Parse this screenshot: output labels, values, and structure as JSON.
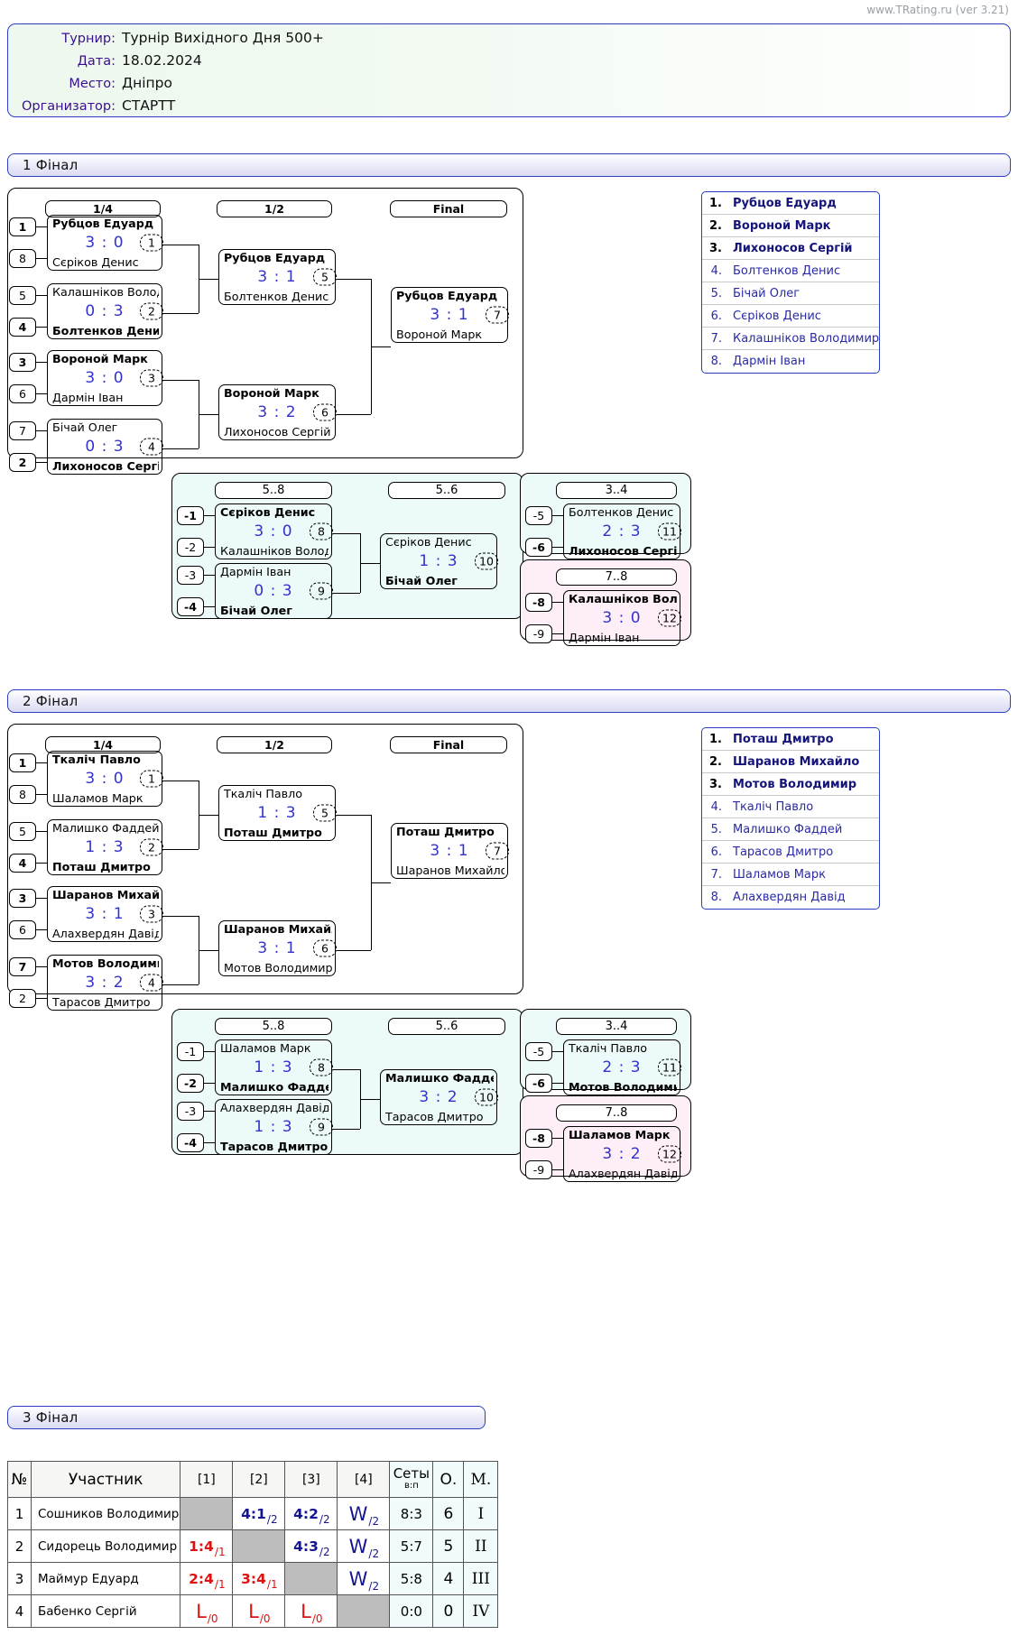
{
  "watermark": "www.TRating.ru (ver 3.21)",
  "info": {
    "rows": [
      {
        "label": "Турнир:",
        "value": "Турнір Вихідного Дня 500+"
      },
      {
        "label": "Дата:",
        "value": "18.02.2024"
      },
      {
        "label": "Место:",
        "value": "Дніпро"
      },
      {
        "label": "Организатор:",
        "value": "СТАРТТ"
      }
    ]
  },
  "sections": [
    {
      "title": "1 Фінал"
    },
    {
      "title": "2 Фінал"
    },
    {
      "title": "3 Фінал"
    }
  ],
  "final1": {
    "rounds": {
      "q": "1/4",
      "s": "1/2",
      "f": "Final",
      "c58": "5..8",
      "c56": "5..6",
      "p34": "3..4",
      "p78": "7..8"
    },
    "qf": [
      {
        "seedTop": "1",
        "seedBot": "8",
        "top": "Рубцов Едуард",
        "bot": "Сєріков Денис",
        "score": "3 : 0",
        "no": "1",
        "winner": "top"
      },
      {
        "seedTop": "5",
        "seedBot": "4",
        "top": "Калашніков Володимир",
        "bot": "Болтенков Денис",
        "score": "0 : 3",
        "no": "2",
        "winner": "bot"
      },
      {
        "seedTop": "3",
        "seedBot": "6",
        "top": "Вороной Марк",
        "bot": "Дармін Іван",
        "score": "3 : 0",
        "no": "3",
        "winner": "top"
      },
      {
        "seedTop": "7",
        "seedBot": "2",
        "top": "Бічай Олег",
        "bot": "Лихоносов Сергій",
        "score": "0 : 3",
        "no": "4",
        "winner": "bot"
      }
    ],
    "sf": [
      {
        "top": "Рубцов Едуард",
        "bot": "Болтенков Денис",
        "score": "3 : 1",
        "no": "5",
        "winner": "top"
      },
      {
        "top": "Вороной Марк",
        "bot": "Лихоносов Сергій",
        "score": "3 : 2",
        "no": "6",
        "winner": "top"
      }
    ],
    "fin": {
      "top": "Рубцов Едуард",
      "bot": "Вороной Марк",
      "score": "3 : 1",
      "no": "7",
      "winner": "top"
    },
    "cons58": [
      {
        "seedTop": "-1",
        "seedBot": "-2",
        "top": "Сєріков Денис",
        "bot": "Калашніков Володимир",
        "score": "3 : 0",
        "no": "8",
        "winner": "top"
      },
      {
        "seedTop": "-3",
        "seedBot": "-4",
        "top": "Дармін Іван",
        "bot": "Бічай Олег",
        "score": "0 : 3",
        "no": "9",
        "winner": "bot"
      }
    ],
    "cons56": {
      "top": "Сєріков Денис",
      "bot": "Бічай Олег",
      "score": "1 : 3",
      "no": "10",
      "winner": "bot"
    },
    "place34": {
      "seedTop": "-5",
      "seedBot": "-6",
      "top": "Болтенков Денис",
      "bot": "Лихоносов Сергій",
      "score": "2 : 3",
      "no": "11",
      "winner": "bot"
    },
    "place78": {
      "seedTop": "-8",
      "seedBot": "-9",
      "top": "Калашніков Володимир",
      "bot": "Дармін Іван",
      "score": "3 : 0",
      "no": "12",
      "winner": "top"
    },
    "ranking": [
      {
        "pos": "1.",
        "name": "Рубцов Едуард",
        "medal": true
      },
      {
        "pos": "2.",
        "name": "Вороной Марк",
        "medal": true
      },
      {
        "pos": "3.",
        "name": "Лихоносов Сергій",
        "medal": true
      },
      {
        "pos": "4.",
        "name": "Болтенков Денис",
        "medal": false
      },
      {
        "pos": "5.",
        "name": "Бічай Олег",
        "medal": false
      },
      {
        "pos": "6.",
        "name": "Сєріков Денис",
        "medal": false
      },
      {
        "pos": "7.",
        "name": "Калашніков Володимир",
        "medal": false
      },
      {
        "pos": "8.",
        "name": "Дармін Іван",
        "medal": false
      }
    ]
  },
  "final2": {
    "rounds": {
      "q": "1/4",
      "s": "1/2",
      "f": "Final",
      "c58": "5..8",
      "c56": "5..6",
      "p34": "3..4",
      "p78": "7..8"
    },
    "qf": [
      {
        "seedTop": "1",
        "seedBot": "8",
        "top": "Ткаліч Павло",
        "bot": "Шаламов Марк",
        "score": "3 : 0",
        "no": "1",
        "winner": "top"
      },
      {
        "seedTop": "5",
        "seedBot": "4",
        "top": "Малишко Фаддей",
        "bot": "Поташ Дмитро",
        "score": "1 : 3",
        "no": "2",
        "winner": "bot"
      },
      {
        "seedTop": "3",
        "seedBot": "6",
        "top": "Шаранов Михайло",
        "bot": "Алахвердян Давід",
        "score": "3 : 1",
        "no": "3",
        "winner": "top"
      },
      {
        "seedTop": "7",
        "seedBot": "2",
        "top": "Мотов Володимир",
        "bot": "Тарасов Дмитро",
        "score": "3 : 2",
        "no": "4",
        "winner": "top"
      }
    ],
    "sf": [
      {
        "top": "Ткаліч Павло",
        "bot": "Поташ Дмитро",
        "score": "1 : 3",
        "no": "5",
        "winner": "bot"
      },
      {
        "top": "Шаранов Михайло",
        "bot": "Мотов Володимир",
        "score": "3 : 1",
        "no": "6",
        "winner": "top"
      }
    ],
    "fin": {
      "top": "Поташ Дмитро",
      "bot": "Шаранов Михайло",
      "score": "3 : 1",
      "no": "7",
      "winner": "top"
    },
    "cons58": [
      {
        "seedTop": "-1",
        "seedBot": "-2",
        "top": "Шаламов Марк",
        "bot": "Малишко Фаддей",
        "score": "1 : 3",
        "no": "8",
        "winner": "bot"
      },
      {
        "seedTop": "-3",
        "seedBot": "-4",
        "top": "Алахвердян Давід",
        "bot": "Тарасов Дмитро",
        "score": "1 : 3",
        "no": "9",
        "winner": "bot"
      }
    ],
    "cons56": {
      "top": "Малишко Фаддей",
      "bot": "Тарасов Дмитро",
      "score": "3 : 2",
      "no": "10",
      "winner": "top"
    },
    "place34": {
      "seedTop": "-5",
      "seedBot": "-6",
      "top": "Ткаліч Павло",
      "bot": "Мотов Володимир",
      "score": "2 : 3",
      "no": "11",
      "winner": "bot"
    },
    "place78": {
      "seedTop": "-8",
      "seedBot": "-9",
      "top": "Шаламов Марк",
      "bot": "Алахвердян Давід",
      "score": "3 : 2",
      "no": "12",
      "winner": "top"
    },
    "ranking": [
      {
        "pos": "1.",
        "name": "Поташ Дмитро",
        "medal": true
      },
      {
        "pos": "2.",
        "name": "Шаранов Михайло",
        "medal": true
      },
      {
        "pos": "3.",
        "name": "Мотов Володимир",
        "medal": true
      },
      {
        "pos": "4.",
        "name": "Ткаліч Павло",
        "medal": false
      },
      {
        "pos": "5.",
        "name": "Малишко Фаддей",
        "medal": false
      },
      {
        "pos": "6.",
        "name": "Тарасов Дмитро",
        "medal": false
      },
      {
        "pos": "7.",
        "name": "Шаламов Марк",
        "medal": false
      },
      {
        "pos": "8.",
        "name": "Алахвердян Давід",
        "medal": false
      }
    ]
  },
  "final3": {
    "headers": {
      "no": "№",
      "participant": "Участник",
      "opp": [
        "[1]",
        "[2]",
        "[3]",
        "[4]"
      ],
      "sets": "Сеты",
      "sets_sub": "в:п",
      "points": "О.",
      "place": "М."
    },
    "rows": [
      {
        "no": "1",
        "name": "Сошников Володимир",
        "cells": [
          {
            "type": "blocked"
          },
          {
            "type": "res",
            "score": "4:1",
            "pts": "2",
            "result": "win"
          },
          {
            "type": "res",
            "score": "4:2",
            "pts": "2",
            "result": "win"
          },
          {
            "type": "res",
            "score": "W",
            "pts": "2",
            "result": "win",
            "big": true
          }
        ],
        "sets": "8:3",
        "points": "6",
        "place": "I"
      },
      {
        "no": "2",
        "name": "Сидорець Володимир",
        "cells": [
          {
            "type": "res",
            "score": "1:4",
            "pts": "1",
            "result": "lose"
          },
          {
            "type": "blocked"
          },
          {
            "type": "res",
            "score": "4:3",
            "pts": "2",
            "result": "win"
          },
          {
            "type": "res",
            "score": "W",
            "pts": "2",
            "result": "win",
            "big": true
          }
        ],
        "sets": "5:7",
        "points": "5",
        "place": "II"
      },
      {
        "no": "3",
        "name": "Маймур Едуард",
        "cells": [
          {
            "type": "res",
            "score": "2:4",
            "pts": "1",
            "result": "lose"
          },
          {
            "type": "res",
            "score": "3:4",
            "pts": "1",
            "result": "lose"
          },
          {
            "type": "blocked"
          },
          {
            "type": "res",
            "score": "W",
            "pts": "2",
            "result": "win",
            "big": true
          }
        ],
        "sets": "5:8",
        "points": "4",
        "place": "III"
      },
      {
        "no": "4",
        "name": "Бабенко Сергій",
        "cells": [
          {
            "type": "res",
            "score": "L",
            "pts": "0",
            "result": "lose",
            "big": true
          },
          {
            "type": "res",
            "score": "L",
            "pts": "0",
            "result": "lose",
            "big": true
          },
          {
            "type": "res",
            "score": "L",
            "pts": "0",
            "result": "lose",
            "big": true
          },
          {
            "type": "blocked"
          }
        ],
        "sets": "0:0",
        "points": "0",
        "place": "IV"
      }
    ]
  },
  "colors": {
    "accent_blue": "#2b3ec4",
    "score_blue": "#3333cc",
    "win_blue": "#15158f",
    "lose_red": "#e01010",
    "cyan_bg": "#edfafa",
    "pink_bg": "#fdeef7"
  }
}
